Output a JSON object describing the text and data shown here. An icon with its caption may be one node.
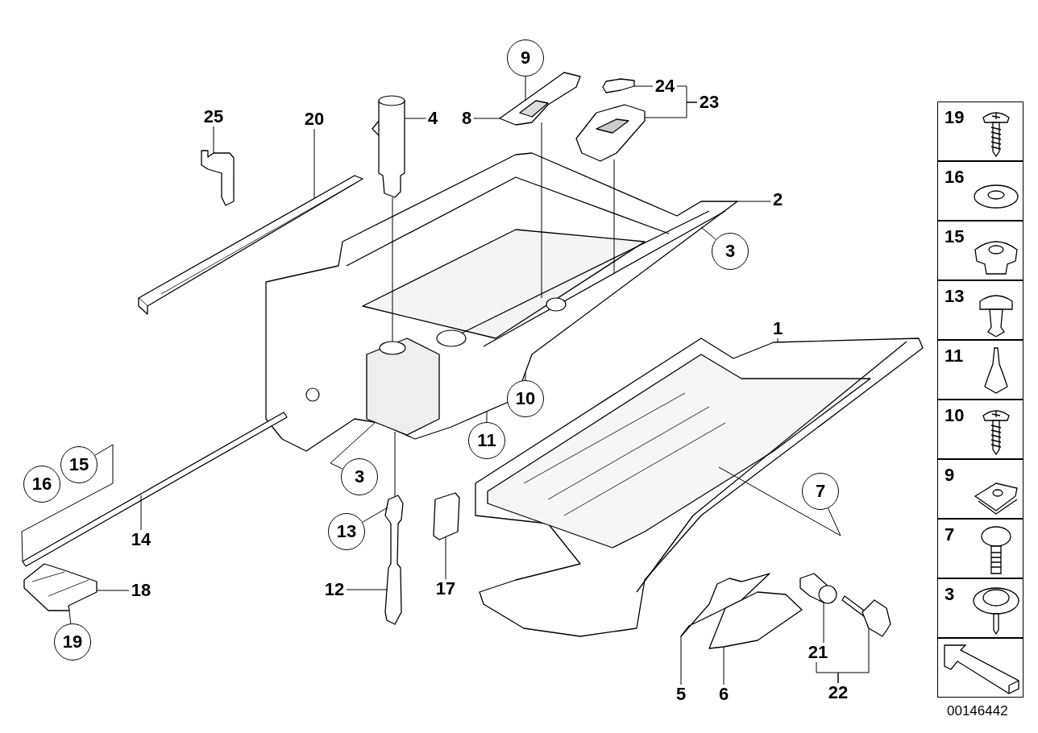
{
  "diagram": {
    "nodes": [
      {
        "text": [
          "9"
        ]
      },
      {
        "text": [
          "25"
        ]
      },
      {
        "text": [
          "20"
        ]
      },
      {
        "text": [
          "4"
        ]
      },
      {
        "text": [
          "8"
        ]
      },
      {
        "text": [
          "24"
        ]
      },
      {
        "text": [
          "23"
        ]
      },
      {
        "text": [
          "2"
        ]
      },
      {
        "text": [
          "3"
        ]
      },
      {
        "text": [
          "1"
        ]
      },
      {
        "text": [
          "10"
        ]
      },
      {
        "text": [
          "11"
        ]
      },
      {
        "text": [
          "15"
        ]
      },
      {
        "text": [
          "16"
        ]
      },
      {
        "text": [
          "3"
        ]
      },
      {
        "text": [
          "7"
        ]
      },
      {
        "text": [
          "14"
        ]
      },
      {
        "text": [
          "13"
        ]
      },
      {
        "text": [
          "18"
        ]
      },
      {
        "text": [
          "12"
        ]
      },
      {
        "text": [
          "17"
        ]
      },
      {
        "text": [
          "19"
        ]
      },
      {
        "text": [
          "21"
        ]
      },
      {
        "text": [
          "5"
        ]
      },
      {
        "text": [
          "6"
        ]
      },
      {
        "text": [
          "22"
        ]
      },
      {
        "text": [
          "19"
        ]
      },
      {
        "text": [
          "16"
        ]
      },
      {
        "text": [
          "15"
        ]
      },
      {
        "text": [
          "13"
        ]
      },
      {
        "text": [
          "11"
        ]
      },
      {
        "text": [
          "10"
        ]
      },
      {
        "text": [
          "9"
        ]
      },
      {
        "text": [
          "7"
        ]
      },
      {
        "text": [
          "3"
        ]
      },
      {
        "text": [],
        "shape": "box",
        "beside": [
          "00146442"
        ]
      },
      {
        "text": [],
        "shape": "picture"
      },
      {
        "text": [],
        "shape": "picture"
      },
      {
        "text": [],
        "shape": "picture"
      },
      {
        "text": [],
        "shape": "picture"
      },
      {
        "text": [],
        "shape": "picture"
      },
      {
        "text": [],
        "shape": "picture"
      },
      {
        "text": [],
        "shape": "picture"
      },
      {
        "text": [],
        "shape": "picture"
      },
      {
        "text": [],
        "shape": "picture"
      },
      {
        "text": [],
        "shape": "picture"
      },
      {
        "text": [],
        "shape": "picture"
      },
      {
        "text": [],
        "shape": "picture"
      },
      {
        "text": [],
        "shape": "picture"
      },
      {
        "text": [],
        "shape": "picture"
      },
      {
        "text": [],
        "shape": "picture"
      },
      {
        "text": [],
        "shape": "picture"
      }
    ],
    "edges": [
      {
        "from": 0,
        "to": 39,
        "arrow": "none"
      },
      {
        "from": 1,
        "to": 37,
        "arrow": "none"
      },
      {
        "from": 2,
        "to": 36,
        "arrow": "none"
      },
      {
        "from": 3,
        "to": 38,
        "arrow": "none"
      },
      {
        "from": 4,
        "to": 39,
        "arrow": "none"
      },
      {
        "from": 5,
        "to": 40,
        "arrow": "none"
      },
      {
        "from": 6,
        "to": 5,
        "arrow": "none"
      },
      {
        "from": 6,
        "to": 41,
        "arrow": "none"
      },
      {
        "from": 7,
        "to": 42,
        "arrow": "none"
      },
      {
        "from": 8,
        "to": 42,
        "arrow": "none"
      },
      {
        "from": 9,
        "to": 43,
        "arrow": "none"
      },
      {
        "from": 10,
        "to": 42,
        "arrow": "none"
      },
      {
        "from": 11,
        "to": 42,
        "arrow": "none"
      },
      {
        "from": 12,
        "to": 44,
        "arrow": "none"
      },
      {
        "from": 14,
        "to": 42,
        "arrow": "none"
      },
      {
        "from": 15,
        "to": 43,
        "arrow": "none"
      },
      {
        "from": 16,
        "to": 44,
        "arrow": "none"
      },
      {
        "from": 17,
        "to": 45,
        "arrow": "none"
      },
      {
        "from": 18,
        "to": 46,
        "arrow": "none"
      },
      {
        "from": 19,
        "to": 45,
        "arrow": "none"
      },
      {
        "from": 20,
        "to": 47,
        "arrow": "none"
      },
      {
        "from": 21,
        "to": 46,
        "arrow": "none"
      },
      {
        "from": 22,
        "to": 50,
        "arrow": "none"
      },
      {
        "from": 23,
        "to": 48,
        "arrow": "none"
      },
      {
        "from": 24,
        "to": 49,
        "arrow": "none"
      },
      {
        "from": 25,
        "to": 22,
        "arrow": "none"
      },
      {
        "from": 25,
        "to": 51,
        "arrow": "none"
      },
      {
        "from": 38,
        "to": 42,
        "arrow": "none"
      },
      {
        "from": 39,
        "to": 42,
        "arrow": "none"
      },
      {
        "from": 41,
        "to": 42,
        "arrow": "none"
      },
      {
        "from": 45,
        "to": 42,
        "arrow": "none"
      }
    ]
  }
}
